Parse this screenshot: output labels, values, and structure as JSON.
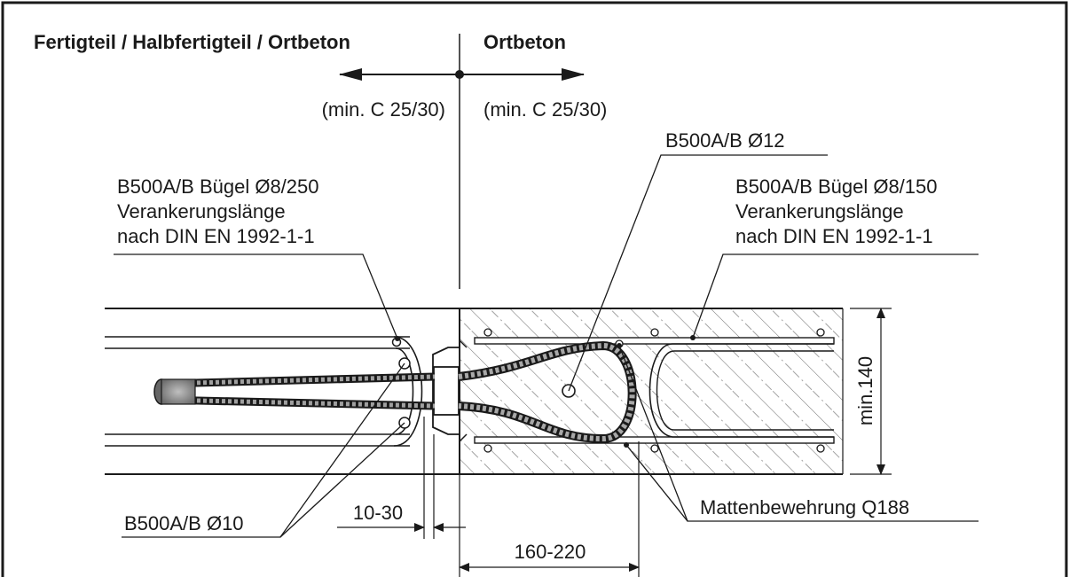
{
  "headers": {
    "left_zone": "Fertigteil / Halbfertigteil / Ortbeton",
    "right_zone": "Ortbeton",
    "left_concrete": "(min. C 25/30)",
    "right_concrete": "(min. C 25/30)"
  },
  "callouts": {
    "rebar_d12": "B500A/B Ø12",
    "stirrup_left_1": "B500A/B Bügel Ø8/250",
    "stirrup_left_2": "Verankerungslänge",
    "stirrup_left_3": "nach DIN EN 1992-1-1",
    "stirrup_right_1": "B500A/B Bügel Ø8/150",
    "stirrup_right_2": "Verankerungslänge",
    "stirrup_right_3": "nach DIN EN 1992-1-1",
    "rebar_d10": "B500A/B Ø10",
    "mesh": "Mattenbewehrung Q188"
  },
  "dimensions": {
    "gap": "10-30",
    "embed": "160-220",
    "thickness": "min.140"
  }
}
